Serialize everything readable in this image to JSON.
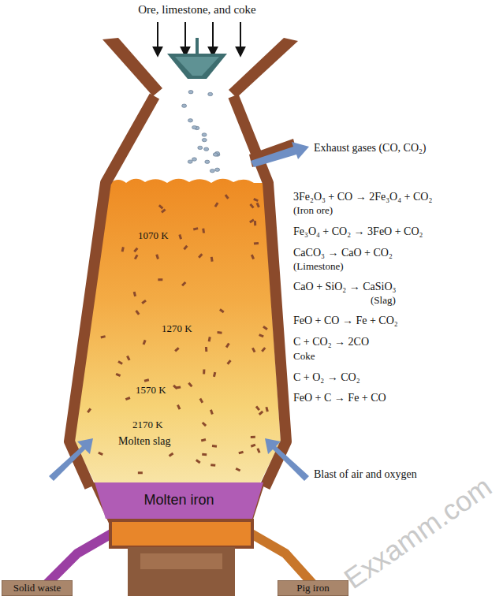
{
  "diagram": {
    "nodes": [
      {
        "text": [
          "Molten iron"
        ]
      },
      {
        "text": [
          "Solid waste"
        ]
      },
      {
        "text": [
          "Pig iron"
        ]
      }
    ],
    "labels": [
      "Ore, limestone, and coke",
      "Exhaust gases (CO, CO₂)",
      "3Fe₂O₃ + CO → 2Fe₃O₄ + CO₂",
      "(Iron ore)",
      "Fe₃O₄ + CO₂ → 3FeO + CO₂",
      "CaCO₃ → CaO + CO₂",
      "(Limestone)",
      "CaO + SiO₂ → CaSiO₃",
      "(Slag)",
      "FeO + CO → Fe + CO₂",
      "C + CO₂ → 2CO",
      "Coke",
      "C + O₂ → CO₂",
      "FeO + C → Fe + CO",
      "Blast of air and oxygen",
      "1070 K",
      "1270 K",
      "1570 K",
      "2170 K",
      "Molten slag",
      "Exxamm.com"
    ]
  }
}
